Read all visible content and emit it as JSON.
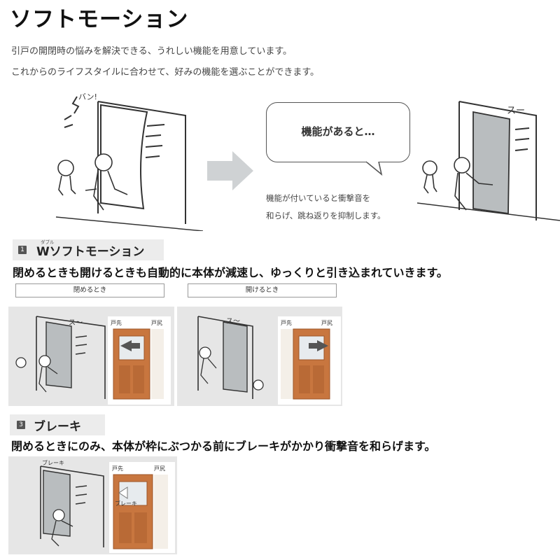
{
  "title": "ソフトモーション",
  "intro": [
    "引戸の開閉時の悩みを解決できる、うれしい機能を用意しています。",
    "これからのライフスタイルに合わせて、好みの機能を選ぶことができます。"
  ],
  "hero": {
    "bubble_text": "機能があると…",
    "caption": [
      "機能が付いていると衝撃音を",
      "和らげ、跳ね返りを抑制します。"
    ],
    "sfx_before": "バン!",
    "sfx_after": "スー"
  },
  "sections": [
    {
      "number": "1",
      "ruby": "ダブル",
      "title": "Wソフトモーション",
      "description": "閉めるときも開けるときも自動的に本体が減速し、ゆっくりと引き込まれていきます。",
      "closing_label": "閉めるとき",
      "opening_label": "開けるとき",
      "door_tag_left": "戸先",
      "door_tag_right": "戸尻",
      "sfx": "ス～"
    },
    {
      "number": "3",
      "title": "ブレーキ",
      "description": "閉めるときにのみ、本体が枠にぶつかる前にブレーキがかかり衝撃音を和らげます。",
      "sfx": "ブレーキ",
      "door_tag_left": "戸先",
      "door_tag_right": "戸尻",
      "brake_label": "ブレーキ"
    }
  ],
  "colors": {
    "door_wood": "#c8763f",
    "door_wood_dark": "#9c5528",
    "door_panel_gray": "#b9bdbf",
    "section_bar": "#ececec",
    "arrow_gray": "#cfd2d4"
  }
}
